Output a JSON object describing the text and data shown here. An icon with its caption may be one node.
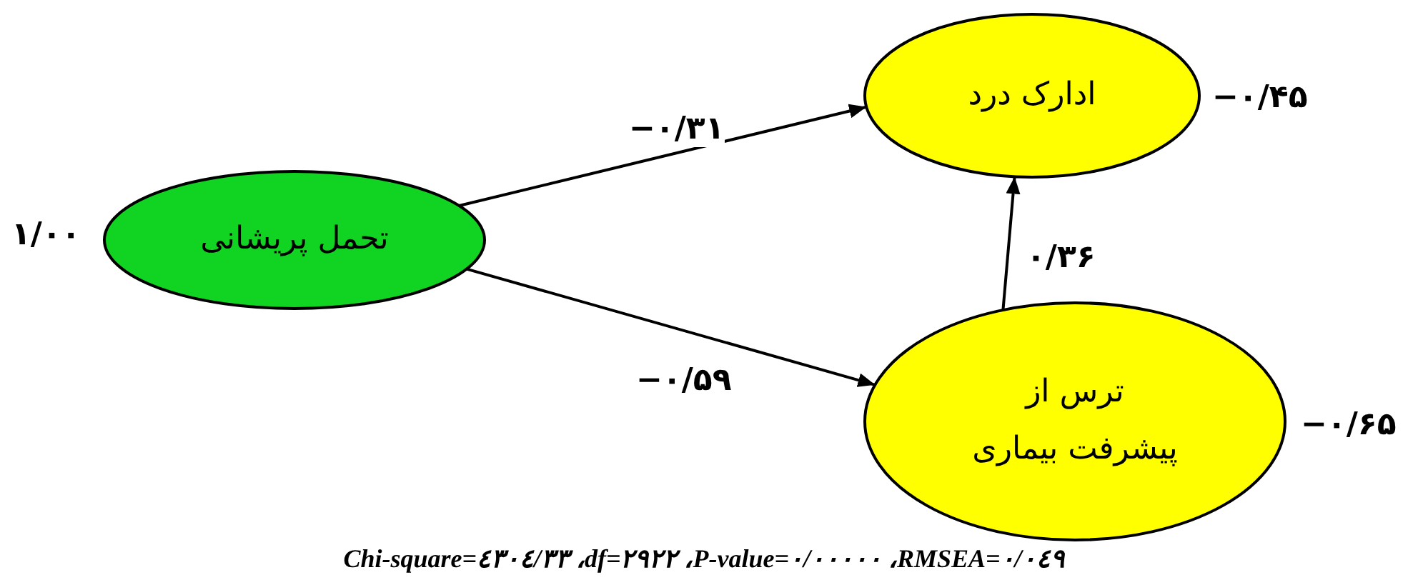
{
  "diagram": {
    "caption": "Chi-square=٤٣٠٤/٣٣ ،df=٢٩٢٢ ،P-value=٠/٠٠٠٠٠ ،RMSEA=٠/٠٤٩",
    "nodes": [
      {
        "text": [
          "تحمل پریشانی"
        ],
        "beside": [
          "۱/۰۰"
        ]
      },
      {
        "text": [
          "ادارک درد"
        ],
        "beside": [
          "−۰/۴۵"
        ]
      },
      {
        "text": [
          "ترس از پیشرفت بیماری"
        ],
        "beside": [
          "−۰/۶۵"
        ]
      }
    ],
    "edges": [
      {
        "from": 0,
        "to": 1,
        "arrow": "to",
        "label": "−۰/۳۱"
      },
      {
        "from": 0,
        "to": 2,
        "arrow": "to",
        "label": "−۰/۵۹"
      },
      {
        "from": 2,
        "to": 1,
        "arrow": "to",
        "label": "۰/۳۶"
      }
    ]
  }
}
